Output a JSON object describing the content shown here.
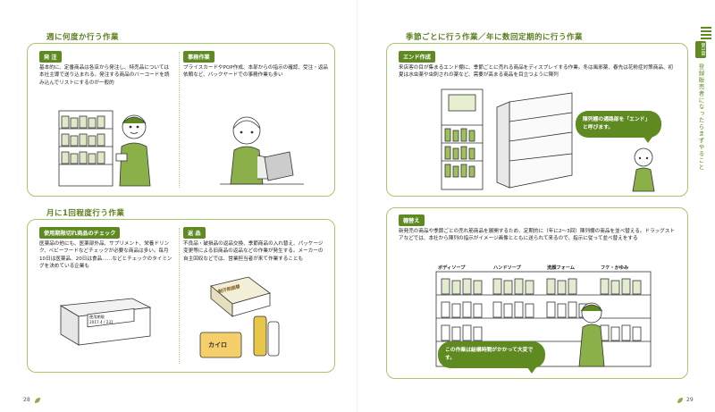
{
  "left": {
    "page_number": "28",
    "section1": {
      "title": "週に何度か行う作業",
      "item1": {
        "tag": "発 注",
        "text": "基本的に、定番商品は各店から発注し、特売品については本社主導で送り込まれる。発注する商品のバーコードを読み込んでリストにするのが一般的"
      },
      "item2": {
        "tag": "事務作業",
        "text": "プライスカードやPOP作成、本部からの指示の確認、受注・返品依頼など、バックヤードでの事務作業も多い"
      }
    },
    "section2": {
      "title": "月に1回程度行う作業",
      "item1": {
        "tag": "使用期限切れ商品のチェック",
        "text": "医薬品の他にも、医薬部外品、サプリメント、栄養ドリンク、ベビーフードなどチェックが必要な商品は多い。毎月10日は医薬品、20日は食品……などとチェックのタイミングを決めている企業も",
        "box_label_1": "使用期限",
        "box_label_2": "2017.4 / 231"
      },
      "item2": {
        "tag": "返 品",
        "text": "不良品・破損品の返品交換、季節商品の入れ替え、パッケージ変更等による旧商品の返品などの作業が発生する。メーカーの自主回収などでは、営業担当者が来て作業することも",
        "box_label": "制汗剤詰替",
        "bag_label": "カイロ"
      }
    }
  },
  "right": {
    "page_number": "29",
    "side": {
      "chapter": "第1章",
      "text": "登録販売者になったらまずやること"
    },
    "section1": {
      "title": "季節ごとに行う作業／年に数回定期的に行う作業",
      "item": {
        "tag": "エンド作成",
        "text": "来店客の目が集まるエンド棚に、季節ごとに売れる商品をディスプレイする作業。冬は風邪薬、春先は花粉症対策商品、初夏は水虫薬や虫刺されの薬など、需要が高まる商品を目立つように陳列",
        "bubble": "陳列棚の通路部を「エンド」と呼びます。"
      }
    },
    "section2": {
      "item": {
        "tag": "棚替え",
        "text": "新発売の商品や季節ごとの売れ筋商品を展開するため、定期的に（年に2〜3回）陳列棚の商品を並べ替える。ドラッグストアなどでは、本社から陳列の指示がイメージ画像とともに送られて来るので、指示に従って並べ替えをする",
        "shelf_labels": [
          "ボディソープ",
          "ハンドソープ",
          "洗顔フォーム",
          "フケ・かゆみ"
        ],
        "bubble": "この作業は結構時間がかかって大変です。"
      }
    }
  },
  "colors": {
    "accent": "#5f8a22",
    "border": "#a9c66a"
  }
}
